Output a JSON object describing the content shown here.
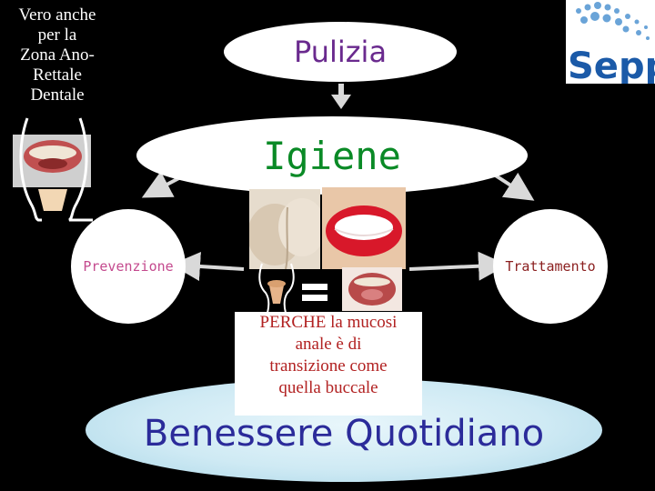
{
  "note": {
    "lines": [
      "Vero anche",
      "per la",
      "Zona Ano-",
      "Rettale",
      "Dentale"
    ]
  },
  "nodes": {
    "pulizia": "Pulizia",
    "igiene": "Igiene",
    "prevenzione": "Prevenzione",
    "trattamento": "Trattamento",
    "benessere": "Benessere  Quotidiano"
  },
  "reason": {
    "lines": [
      "PERCHE la mucosi",
      "anale è di",
      "transizione come",
      "quella buccale"
    ]
  },
  "logo": {
    "text": "Sepp"
  },
  "colors": {
    "background": "#000000",
    "pulizia": "#6a2a8e",
    "igiene": "#0a8a26",
    "prevenzione": "#c44a8e",
    "trattamento": "#8a1e1e",
    "reason": "#b22222",
    "benessere": "#2b2b9a",
    "logo": "#1b5aa8"
  }
}
